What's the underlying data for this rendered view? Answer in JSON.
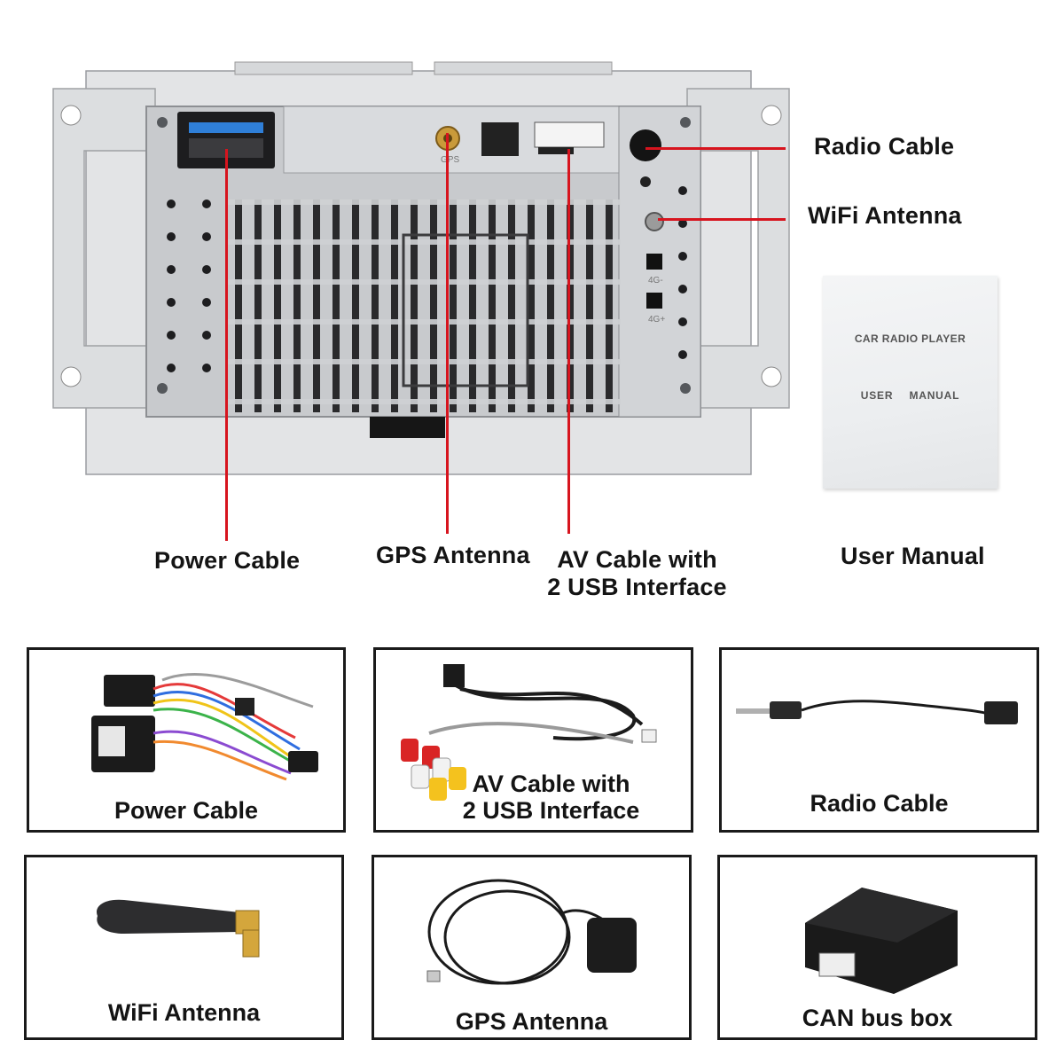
{
  "callouts": {
    "radio_cable": "Radio Cable",
    "wifi_antenna": "WiFi Antenna",
    "power_cable": "Power Cable",
    "gps_antenna": "GPS Antenna",
    "av_cable_line1": "AV Cable with",
    "av_cable_line2": "2 USB Interface",
    "user_manual": "User Manual"
  },
  "manual": {
    "title": "CAR RADIO PLAYER",
    "subtitle": "USER   MANUAL"
  },
  "unit_markings": {
    "gps": "GPS",
    "port_4g_minus": "4G-",
    "port_4g_plus": "4G+"
  },
  "accessories": [
    {
      "label_line1": "Power Cable",
      "label_line2": ""
    },
    {
      "label_line1": "AV Cable with",
      "label_line2": "2 USB Interface"
    },
    {
      "label_line1": "Radio Cable",
      "label_line2": ""
    },
    {
      "label_line1": "WiFi Antenna",
      "label_line2": ""
    },
    {
      "label_line1": "GPS Antenna",
      "label_line2": ""
    },
    {
      "label_line1": "CAN bus box",
      "label_line2": ""
    }
  ],
  "colors": {
    "leader_line": "#d7141e",
    "chassis": "#c9cbce",
    "frame": "#1a1a1a"
  }
}
